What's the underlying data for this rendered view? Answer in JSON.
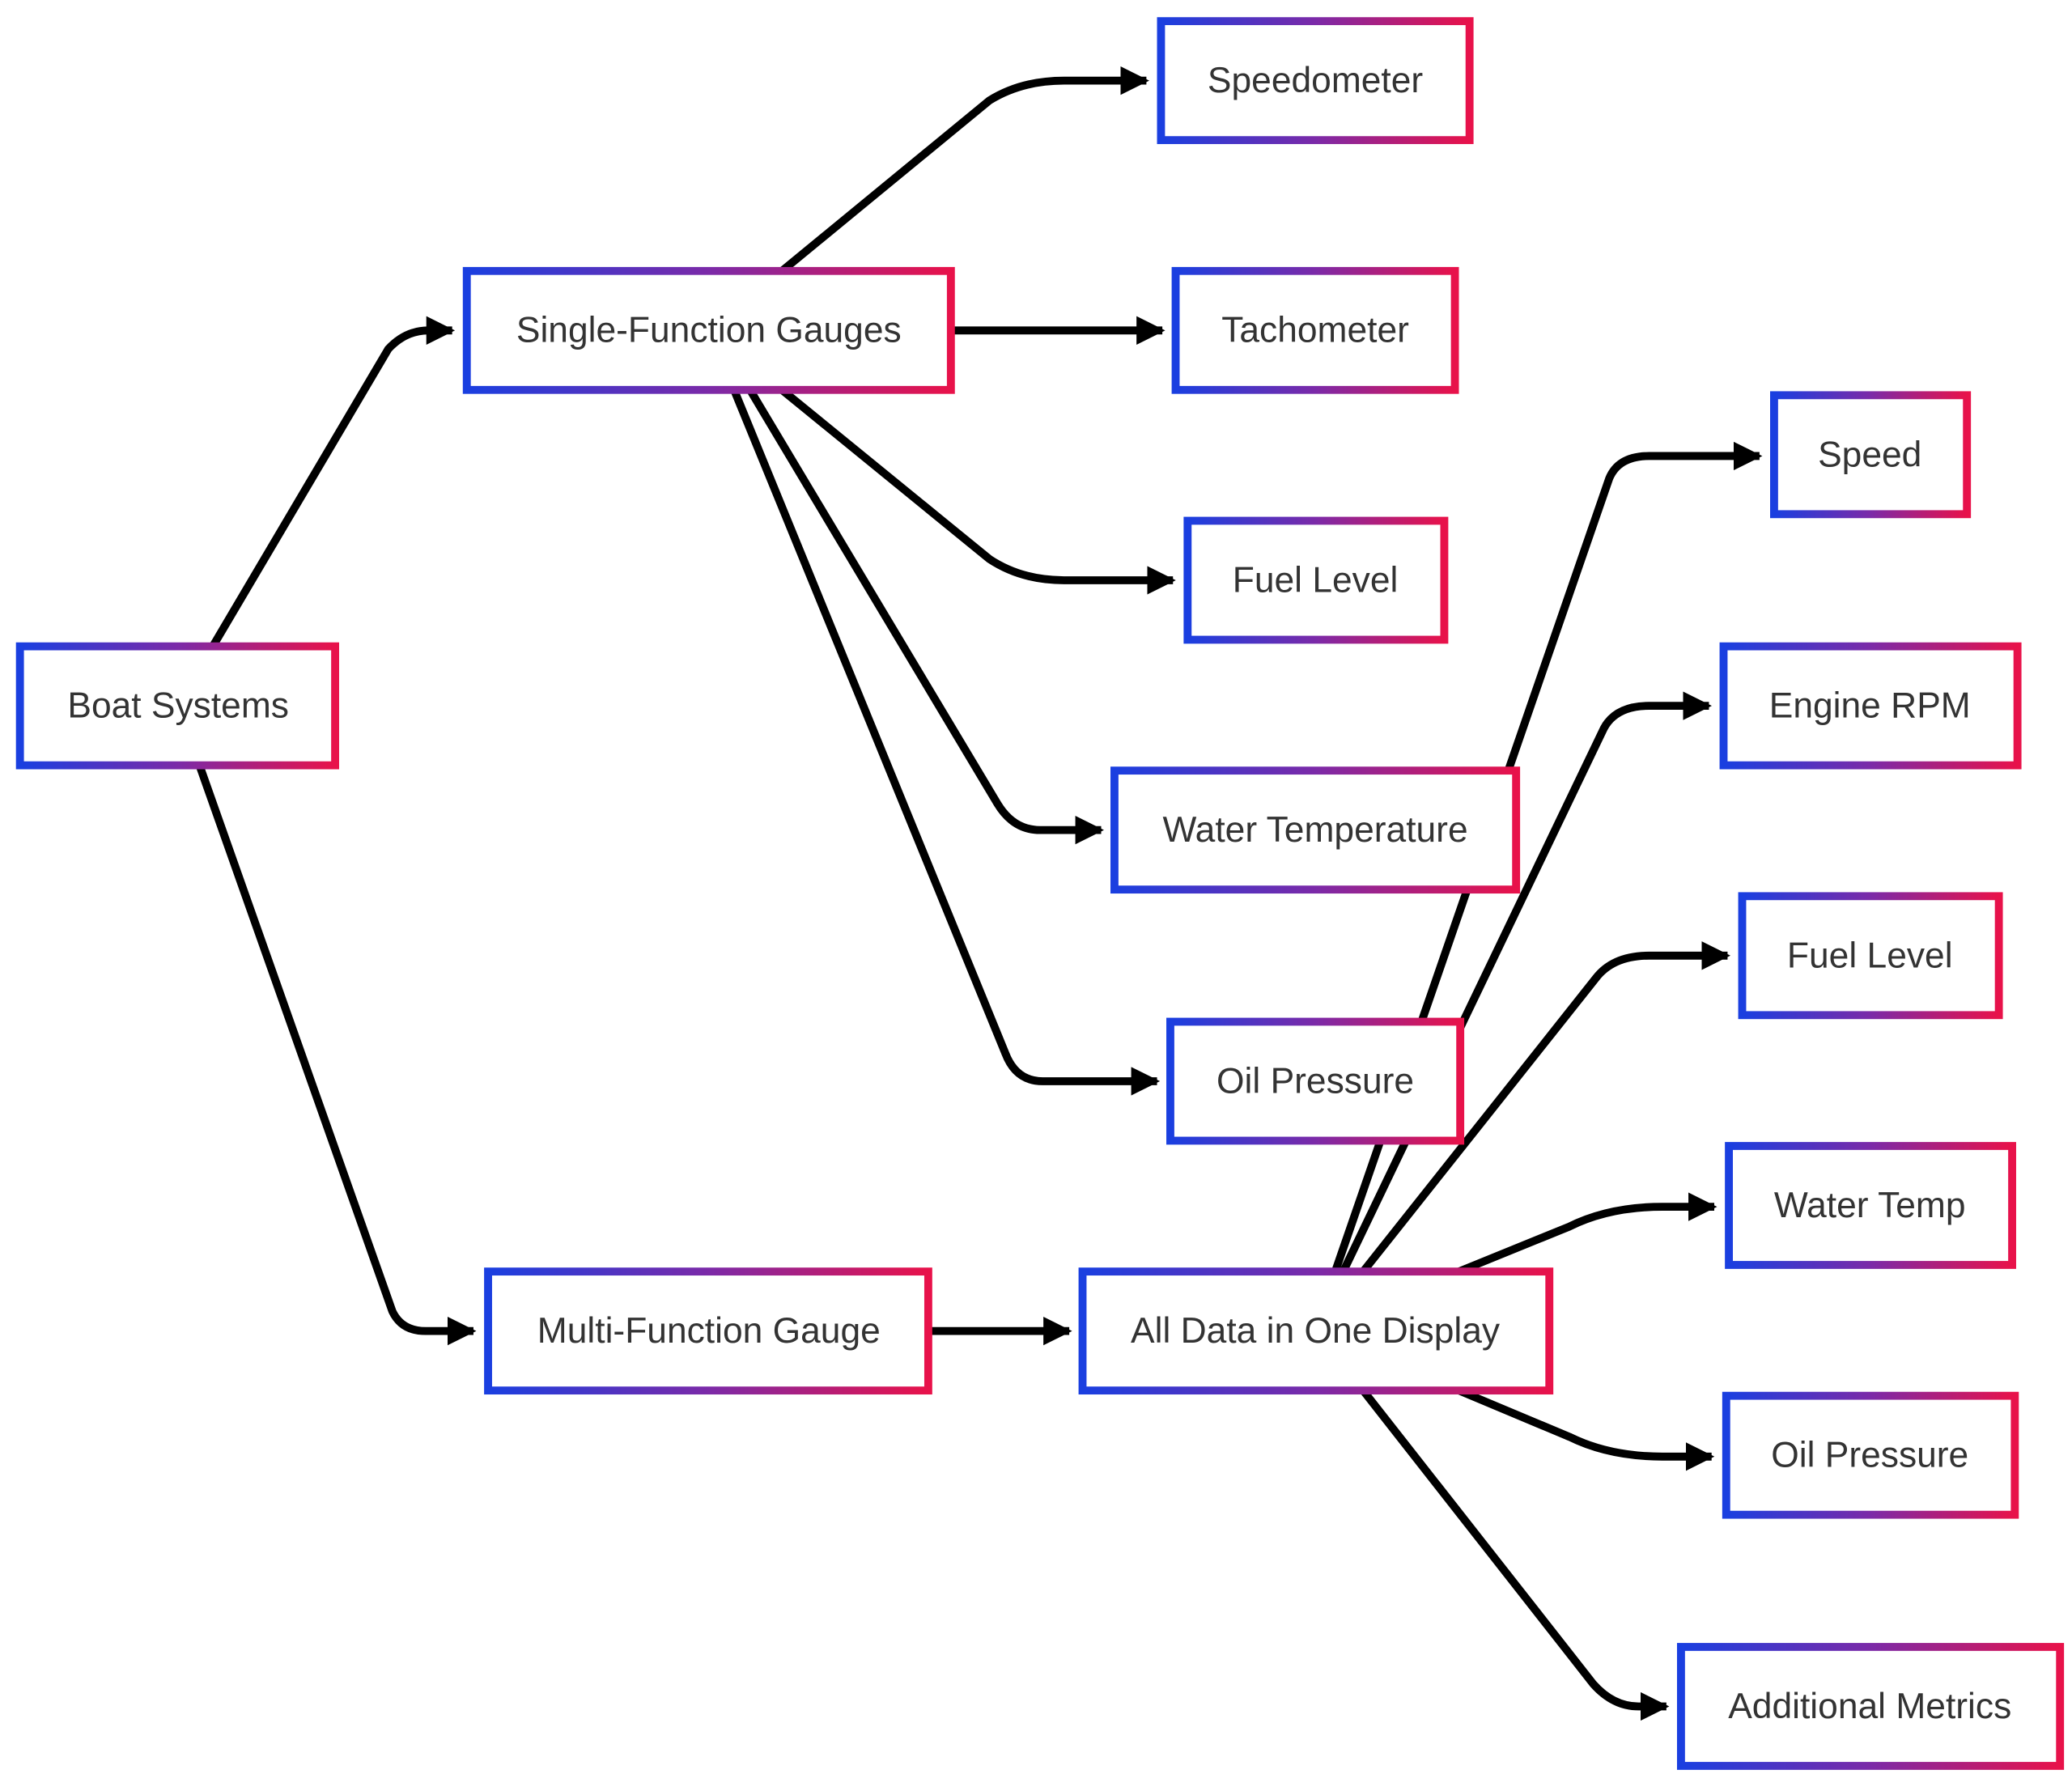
{
  "nodes": {
    "boat_systems": "Boat Systems",
    "single_function_gauges": "Single-Function Gauges",
    "multi_function_gauge": "Multi-Function Gauge",
    "speedometer": "Speedometer",
    "tachometer": "Tachometer",
    "fuel_level_single": "Fuel Level",
    "water_temperature": "Water Temperature",
    "oil_pressure_single": "Oil Pressure",
    "all_data_in_one_display": "All Data in One Display",
    "speed": "Speed",
    "engine_rpm": "Engine RPM",
    "fuel_level_multi": "Fuel Level",
    "water_temp": "Water Temp",
    "oil_pressure_multi": "Oil Pressure",
    "additional_metrics": "Additional Metrics"
  },
  "edges": [
    {
      "from": "boat_systems",
      "to": "single_function_gauges"
    },
    {
      "from": "boat_systems",
      "to": "multi_function_gauge"
    },
    {
      "from": "single_function_gauges",
      "to": "speedometer"
    },
    {
      "from": "single_function_gauges",
      "to": "tachometer"
    },
    {
      "from": "single_function_gauges",
      "to": "fuel_level_single"
    },
    {
      "from": "single_function_gauges",
      "to": "water_temperature"
    },
    {
      "from": "single_function_gauges",
      "to": "oil_pressure_single"
    },
    {
      "from": "multi_function_gauge",
      "to": "all_data_in_one_display"
    },
    {
      "from": "all_data_in_one_display",
      "to": "speed"
    },
    {
      "from": "all_data_in_one_display",
      "to": "engine_rpm"
    },
    {
      "from": "all_data_in_one_display",
      "to": "fuel_level_multi"
    },
    {
      "from": "all_data_in_one_display",
      "to": "water_temp"
    },
    {
      "from": "all_data_in_one_display",
      "to": "oil_pressure_multi"
    },
    {
      "from": "all_data_in_one_display",
      "to": "additional_metrics"
    }
  ],
  "colors": {
    "node_border_start": "#1a3fe0",
    "node_border_mid": "#7b2aa8",
    "node_border_end": "#e8124a",
    "edge": "#000000",
    "text": "#333333"
  }
}
